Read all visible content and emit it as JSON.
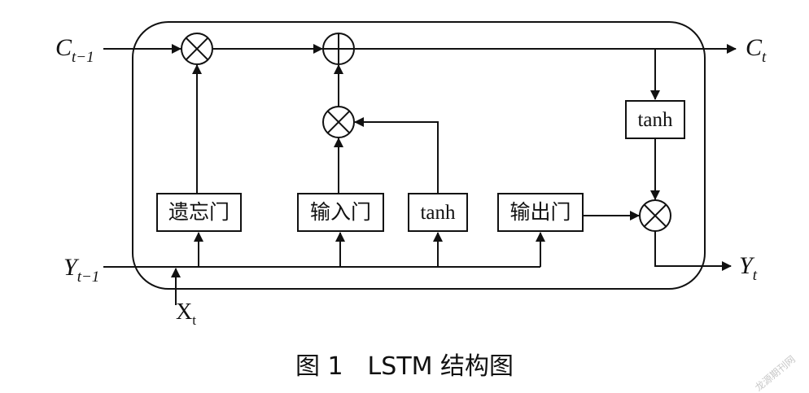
{
  "inputs": {
    "c_prev": {
      "main": "C",
      "sub": "t−1"
    },
    "y_prev": {
      "main": "Y",
      "sub": "t−1"
    },
    "x_t": {
      "main": "X",
      "sub": "t"
    }
  },
  "outputs": {
    "c_t": {
      "main": "C",
      "sub": "t"
    },
    "y_t": {
      "main": "Y",
      "sub": "t"
    }
  },
  "gates": {
    "forget": "遗忘门",
    "input": "输入门",
    "candidate": "tanh",
    "output": "输出门",
    "cell_tanh": "tanh"
  },
  "operators": {
    "multiply": "⊗",
    "add": "⊕"
  },
  "caption": "图 1　LSTM 结构图",
  "watermark": "龙源期刊网"
}
